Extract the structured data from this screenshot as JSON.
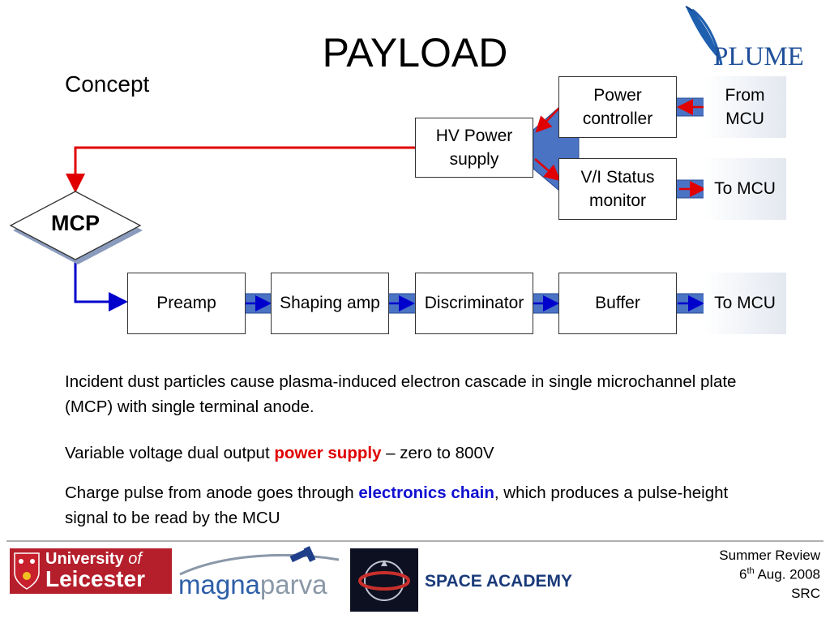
{
  "title": "PAYLOAD",
  "subtitle": "Concept",
  "logo_top": {
    "text": "PLUME"
  },
  "diagram": {
    "mcp_label": "MCP",
    "hv_power_supply": "HV Power supply",
    "power_controller": "Power controller",
    "vi_status_monitor": "V/I Status monitor",
    "from_mcu": "From MCU",
    "to_mcu_status": "To MCU",
    "chain": [
      "Preamp",
      "Shaping amp",
      "Discriminator",
      "Buffer"
    ],
    "to_mcu_chain": "To MCU",
    "colors": {
      "red_line": "#e00000",
      "blue_line": "#0000cc",
      "connector": "#4a73c4"
    }
  },
  "text": {
    "p1": "Incident dust particles cause plasma-induced electron cascade in single microchannel plate (MCP) with single terminal anode.",
    "p2_pre": "Variable voltage dual output ",
    "p2_highlight": "power supply",
    "p2_post": " – zero to 800V",
    "p3_pre": "Charge pulse from anode goes through ",
    "p3_highlight": "electronics chain",
    "p3_post": ", which produces a pulse-height signal to be read by the MCU"
  },
  "footer": {
    "leicester": {
      "line1": "University",
      "of": "of",
      "line2": "Leicester"
    },
    "magnaparva": {
      "magna": "magna",
      "parva": "parva"
    },
    "space_academy": "SPACE ACADEMY",
    "review": "Summer Review",
    "date_day": "6",
    "date_sup": "th",
    "date_rest": " Aug. 2008",
    "org": "SRC"
  }
}
